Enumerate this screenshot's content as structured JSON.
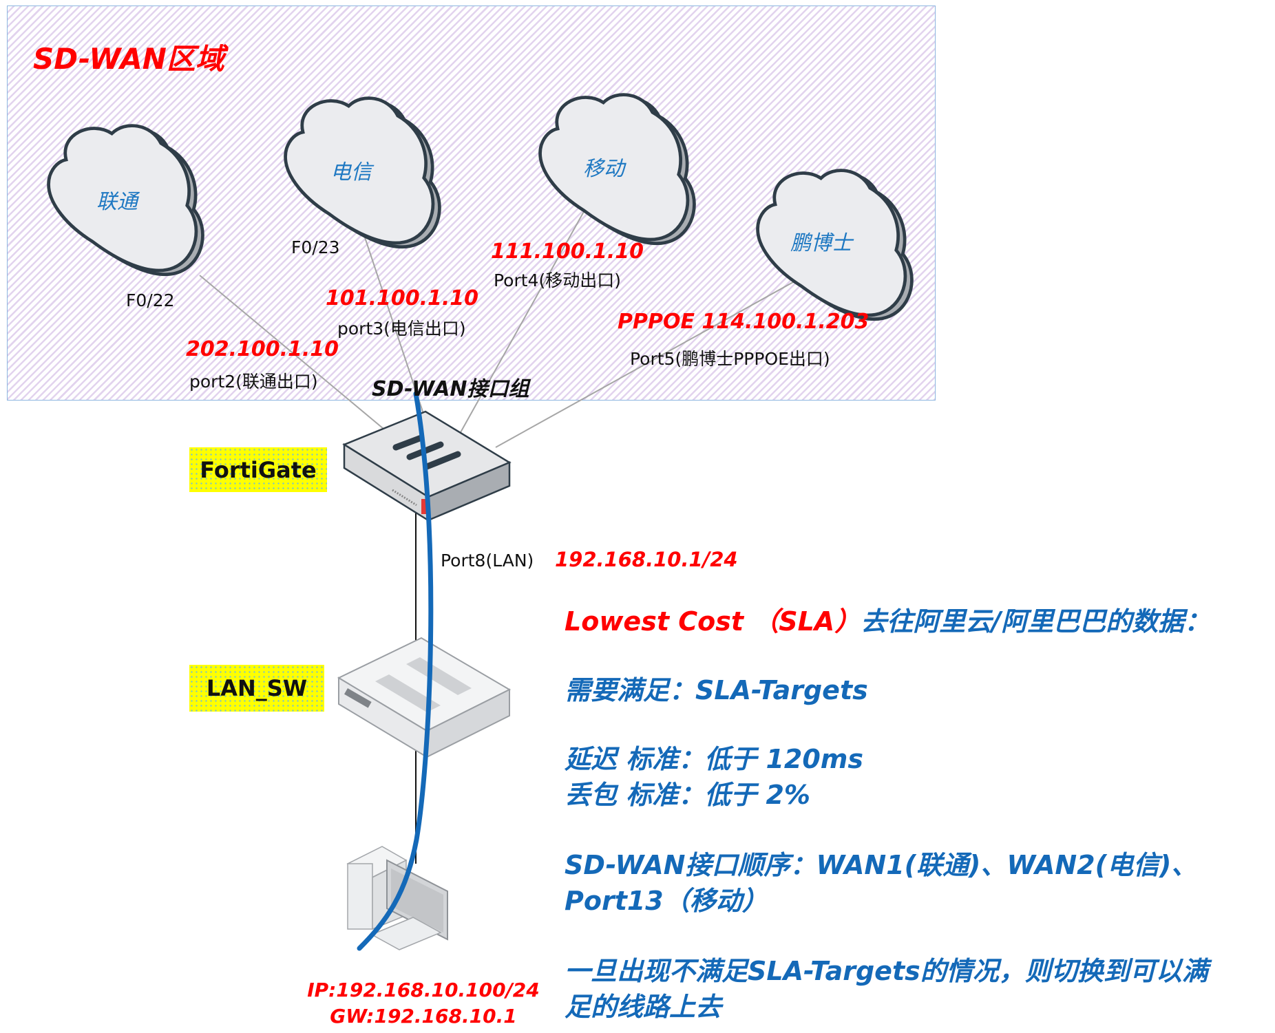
{
  "zone": {
    "title": "SD-WAN区域"
  },
  "clouds": [
    {
      "name": "联通"
    },
    {
      "name": "电信"
    },
    {
      "name": "移动"
    },
    {
      "name": "鹏博士"
    }
  ],
  "switch_ports": {
    "f022": "F0/22",
    "f023": "F0/23"
  },
  "wan_links": [
    {
      "ip": "202.100.1.10",
      "port": "port2(联通出口)"
    },
    {
      "ip": "101.100.1.10",
      "port": "port3(电信出口)"
    },
    {
      "ip": "111.100.1.10",
      "port": "Port4(移动出口)"
    },
    {
      "ip": "PPPOE 114.100.1.203",
      "port": "Port5(鹏博士PPPOE出口)"
    }
  ],
  "sdwan_group_label": "SD-WAN接口组",
  "devices": {
    "fortigate": {
      "label": "FortiGate"
    },
    "lan_switch": {
      "label": "LAN_SW"
    }
  },
  "lan_link": {
    "port": "Port8(LAN)",
    "ip": "192.168.10.1/24"
  },
  "pc": {
    "ip": "IP:192.168.10.100/24",
    "gateway": "GW:192.168.10.1"
  },
  "notes": {
    "line1_red": "Lowest Cost （SLA）",
    "line1_blue": "去往阿里云/阿里巴巴的数据：",
    "line2": "需要满足：SLA-Targets",
    "line3": "延迟 标准：低于 120ms",
    "line4": "丢包 标准：低于 2%",
    "line5": "SD-WAN接口顺序：WAN1(联通)、WAN2(电信)、",
    "line6": "Port13（移动）",
    "line7": "一旦出现不满足SLA-Targets的情况，则切换到可以满",
    "line8": "足的线路上去"
  },
  "colors": {
    "ip_red": "#ff0000",
    "note_blue": "#1469b8",
    "traffic_path": "#1469b8",
    "zone_border": "#8db6e0",
    "tag_yellow": "#ffff00"
  }
}
